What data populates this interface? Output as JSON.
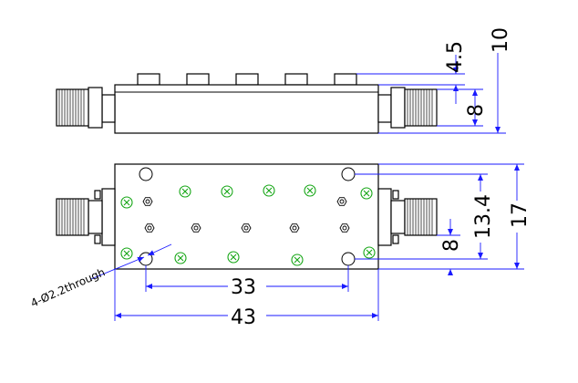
{
  "drawing": {
    "dimensions": {
      "top_height_a": "4.5",
      "top_height_b": "10",
      "top_conn": "8",
      "body_height": "17",
      "hole_spacing_v": "13.4",
      "front_conn": "8",
      "hole_spacing_h": "33",
      "body_length": "43"
    },
    "hole_note": "4-Ø2.2through"
  }
}
